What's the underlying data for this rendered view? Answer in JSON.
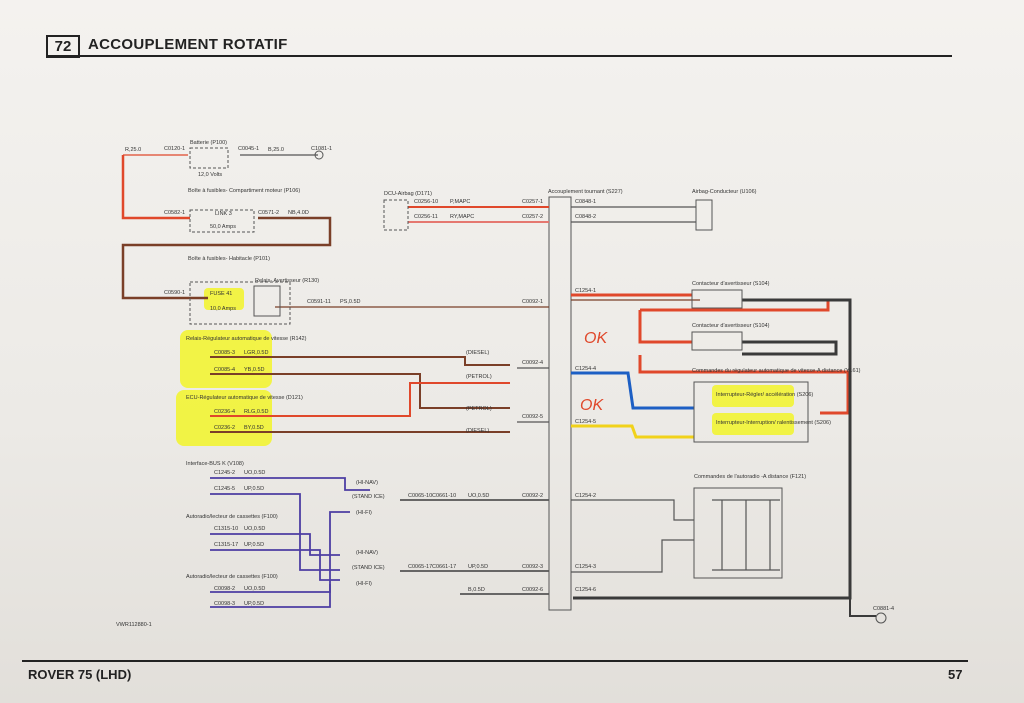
{
  "header": {
    "section_number": "72",
    "title": "ACCOUPLEMENT ROTATIF"
  },
  "footer": {
    "model": "ROVER 75 (LHD)",
    "page": "57"
  },
  "diagram_ref": "VWR112880-1",
  "components": {
    "battery": {
      "name": "Batterie (P100)",
      "rating": "12,0 Volts"
    },
    "fuse_engine": {
      "name": "Boîte à fusibles-\nCompartiment moteur (P106)",
      "link": "LINK 3",
      "rating": "50,0 Amps"
    },
    "fuse_cabin": {
      "name": "Boîte à fusibles-\nHabitacle (P101)",
      "fuse": "FUSE 41",
      "rating": "10,0 Amps",
      "relay": "Relais-\nAvertisseur (R130)"
    },
    "relay_cruise": {
      "name": "Relais-Régulateur automatique\nde vitesse (R142)"
    },
    "ecu_cruise": {
      "name": "ECU-Régulateur automatique\nde vitesse (D121)"
    },
    "bus_interface": {
      "name": "Interface-BUS K (V108)"
    },
    "radio1": {
      "name": "Autoradio/lecteur\nde cassettes (F100)"
    },
    "radio2": {
      "name": "Autoradio/lecteur\nde cassettes (F100)"
    },
    "dcu_airbag": {
      "name": "DCU-Airbag (D171)"
    },
    "rotary_coupling": {
      "name": "Accouplement tournant (S227)"
    },
    "airbag_driver": {
      "name": "Airbag-Conducteur (U106)"
    },
    "horn1": {
      "name": "Contacteur d'avertisseur (S104)"
    },
    "horn2": {
      "name": "Contacteur d'avertisseur (S104)"
    },
    "cruise_controls": {
      "name": "Commandes du régulateur automatique\nde vitesse-A distance (Y161)",
      "sw1": "Interrupteur-Régler/\naccélération (S206)",
      "sw2": "Interrupteur-Interruption/\nralentissement (S206)"
    },
    "radio_controls": {
      "name": "Commandes de l'autoradio\n-A distance (F121)"
    }
  },
  "connectors": {
    "c0120": "C0120-1",
    "c0045": "C0045-1",
    "c0581": "C1081-1",
    "c0582": "C0582-1",
    "c0571": "C0571-2",
    "c0590": "C0590-1",
    "c0591": "C0591-11",
    "c0092a": "C0092-1",
    "c1254a": "C1254-1",
    "c0256a": "C0256-10",
    "c0256b": "C0256-11",
    "c0257a": "C0257-1",
    "c0257b": "C0257-2",
    "c0848a": "C0848-1",
    "c0848b": "C0848-2",
    "c0085a": "C0085-3",
    "c0085b": "C0085-4",
    "c0092b": "C0092-4",
    "c1254b": "C1254-4",
    "c0236a": "C0236-4",
    "c0236b": "C0236-2",
    "c0092c": "C0092-5",
    "c1254c": "C1254-5",
    "c1245a": "C1245-2",
    "c1245b": "C1245-5",
    "c1315a": "C1315-10",
    "c1315b": "C1315-17",
    "c0098a": "C0098-2",
    "c0098b": "C0098-3",
    "c0065a": "C0065-10",
    "c0661a": "C0661-10",
    "c0092d": "C0092-2",
    "c1254d": "C1254-2",
    "c0065b": "C0065-17",
    "c0661b": "C0661-17",
    "c0092e": "C0092-3",
    "c1254e": "C1254-3",
    "c0092f": "C0092-6",
    "c1254f": "C1254-6",
    "ground": "C0881-4"
  },
  "wires": {
    "w1": "R,25.0",
    "w2": "B,25.0",
    "w3": "NB,4.0D",
    "w4": "PS,0.5D",
    "w5": "P,MAPC",
    "w6": "RY,MAPC",
    "w7": "LGR,0.5D",
    "w8": "YB,0.5D",
    "w9": "RLG,0.5D",
    "w10": "BY,0.5D",
    "w11": "UO,0.5D",
    "w12": "UP,0.5D",
    "w13": "UO,0.5D",
    "w14": "UP,0.5D",
    "w15": "UO,0.5D",
    "w16": "UP,0.5D",
    "w17": "UO,0.5D",
    "w18": "UP,0.5D",
    "w19": "B,0.5D"
  },
  "variants": {
    "diesel": "(DIESEL)",
    "petrol": "(PETROL)",
    "hinav": "(HI-NAV)",
    "standice": "(STAND ICE)",
    "hifi": "(HI-FI)"
  },
  "annotations": {
    "ok1": "OK",
    "ok2": "OK"
  },
  "colors": {
    "red": "#e0482b",
    "blue": "#1d5fc4",
    "yellow": "#f1d21a",
    "grey": "#3a3a3a",
    "highlight": "#f3f52a",
    "brown": "#7a3f28",
    "purple": "#4d3ea3",
    "pink": "#e57870"
  }
}
